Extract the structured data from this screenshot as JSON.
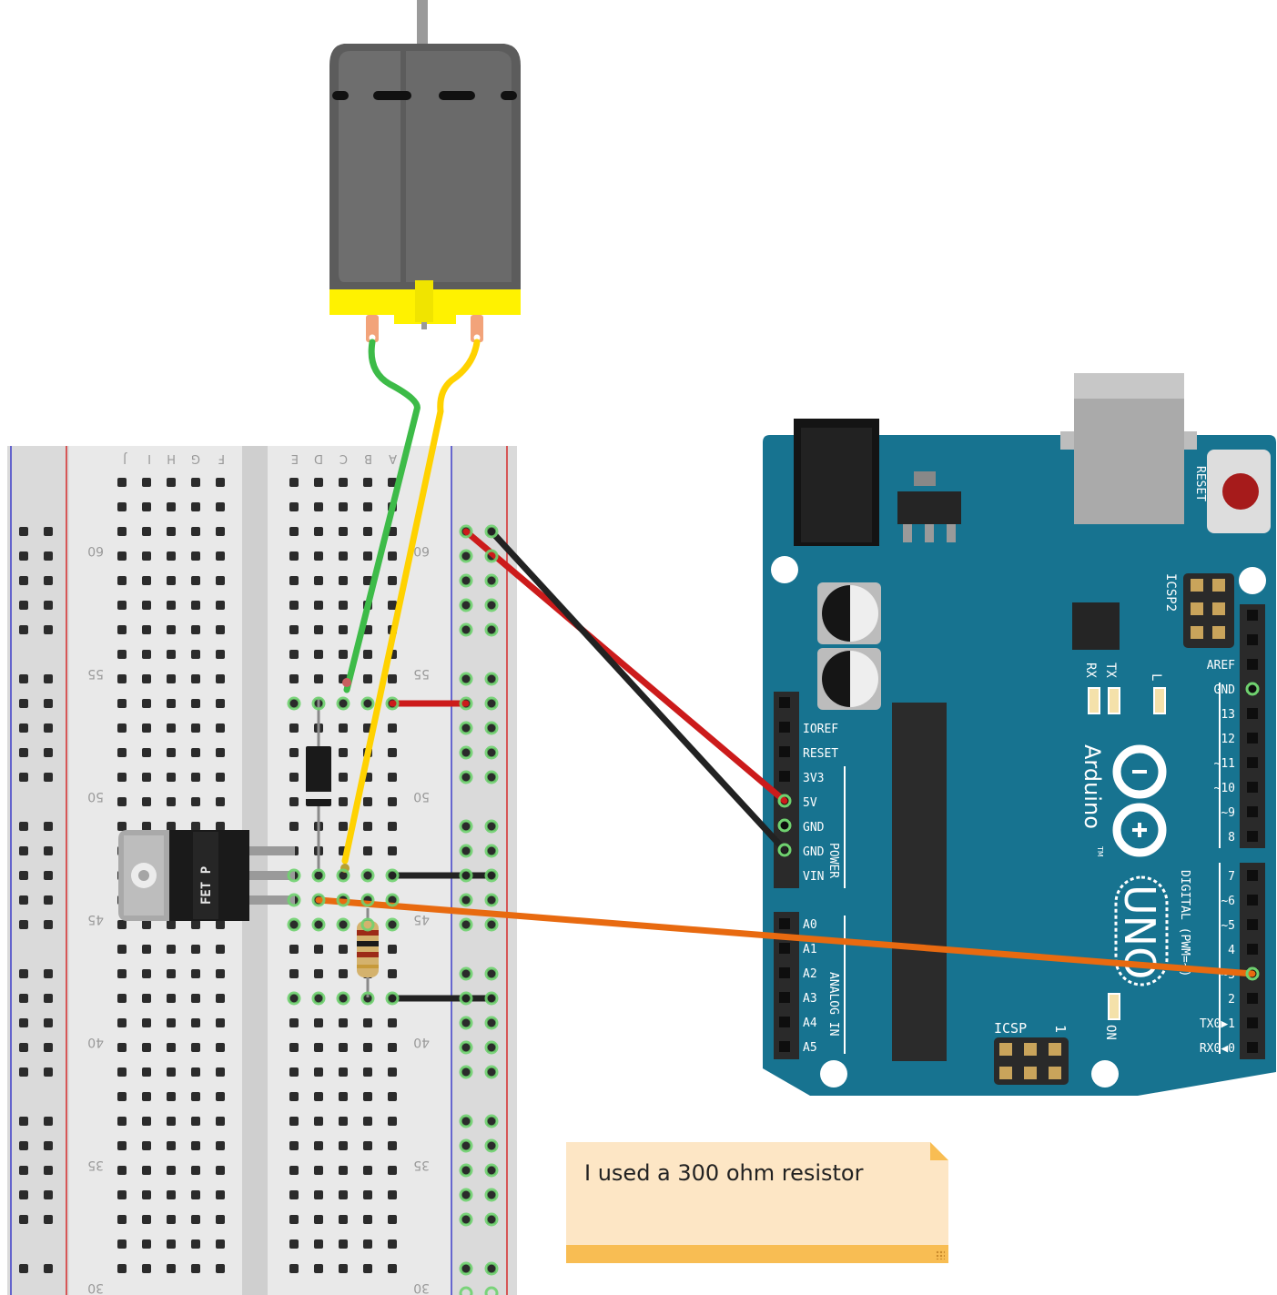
{
  "breadboard": {
    "col_letters_left": [
      "J",
      "I",
      "H",
      "G",
      "F"
    ],
    "col_letters_right": [
      "E",
      "D",
      "C",
      "B",
      "A"
    ],
    "row_numbers": [
      "60",
      "55",
      "50",
      "45",
      "40",
      "35",
      "30"
    ]
  },
  "fet": {
    "label": "FET P"
  },
  "arduino": {
    "brand": "Arduino",
    "trademark": "TM",
    "model": "UNO",
    "reset_label": "RESET",
    "icsp2_label": "ICSP2",
    "icsp_label": "ICSP",
    "icsp_pin1": "1",
    "led_labels": {
      "tx": "TX",
      "rx": "RX",
      "l": "L",
      "on": "ON"
    },
    "power_group_label": "POWER",
    "analog_group_label": "ANALOG IN",
    "digital_group_label": "DIGITAL (PWM=~)",
    "power_pins": [
      "IOREF",
      "RESET",
      "3V3",
      "5V",
      "GND",
      "GND",
      "VIN"
    ],
    "analog_pins": [
      "A0",
      "A1",
      "A2",
      "A3",
      "A4",
      "A5"
    ],
    "digital_upper_pins": [
      "AREF",
      "GND",
      "13",
      "12",
      "~11",
      "~10",
      "~9",
      "8"
    ],
    "digital_lower_pins": [
      "7",
      "~6",
      "~5",
      "4",
      "~3",
      "2",
      "TX0▶1",
      "RX0◀0"
    ]
  },
  "note": {
    "text": "I used a 300 ohm resistor"
  },
  "colors": {
    "board_teal": "#177390",
    "wire_red": "#cc1b1b",
    "wire_black": "#222222",
    "wire_green": "#3dbb48",
    "wire_yellow": "#ffd200",
    "wire_orange": "#e86a10",
    "motor_yellow": "#fff200"
  }
}
